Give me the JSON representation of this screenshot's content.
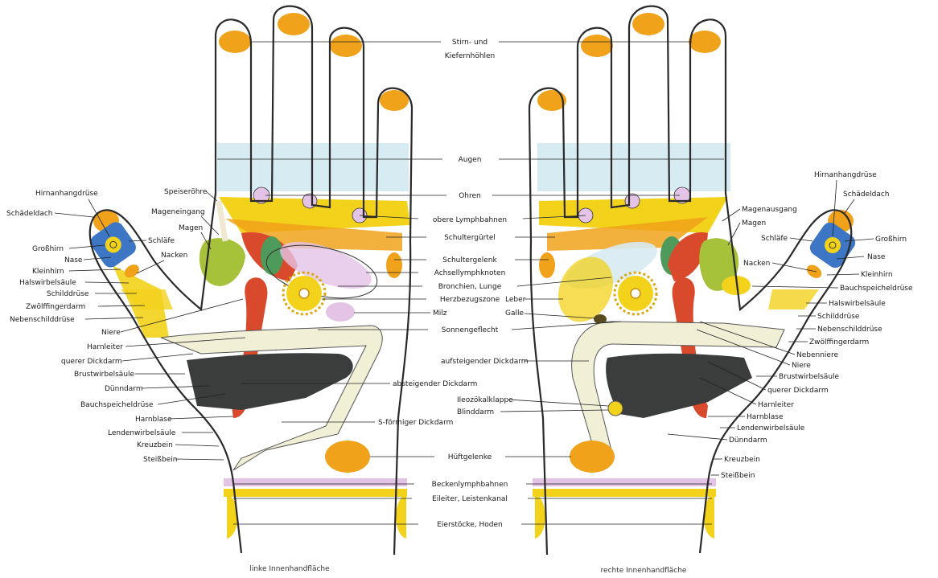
{
  "labels": {
    "center": {
      "stirn": "Stirn- und",
      "kiefer": "Kiefernhöhlen",
      "augen": "Augen",
      "ohren": "Ohren",
      "obere_lymph": "obere Lymphbahnen",
      "schultergurtel": "Schultergürtel",
      "schultergelenk": "Schultergelenk",
      "achsel": "Achsellymphknoten",
      "bronchien": "Bronchien, Lunge",
      "herz": "Herzbezugszone",
      "milz": "Milz",
      "leber": "Leber",
      "galle": "Galle",
      "sonnengeflecht": "Sonnengeflecht",
      "aufsteigend": "aufsteigender Dickdarm",
      "absteigend": "absteigender Dickdarm",
      "ileo": "Ileozökalklappe",
      "blinddarm": "Blinddarm",
      "s_dickdarm": "S-förmiger Dickdarm",
      "huft": "Hüftgelenke",
      "becken": "Beckenlymphbahnen",
      "eileiter": "Eileiter, Leistenkanal",
      "eierstocke": "Eierstöcke, Hoden"
    },
    "left": {
      "hirnanhang": "Hirnanhangdrüse",
      "schadeldach": "Schädeldach",
      "grosshirn": "Großhirn",
      "nase": "Nase",
      "kleinhirn": "Kleinhirn",
      "halswirbel": "Halswirbelsäule",
      "schilddruse": "Schilddrüse",
      "zwolffinger": "Zwölffingerdarm",
      "nebenschild": "Nebenschilddrüse",
      "niere": "Niere",
      "harnleiter": "Harnleiter",
      "querer": "querer Dickdarm",
      "brustwirbel": "Brustwirbelsäule",
      "dunndarm": "Dünndarm",
      "bauchspeichel": "Bauchspeicheldrüse",
      "harnblase": "Harnblase",
      "lendenwirbel": "Lendenwirbelsäule",
      "kreuzbein": "Kreuzbein",
      "steissbein": "Steißbein",
      "speiserohre": "Speiseröhre",
      "mageneingang": "Mageneingang",
      "magen": "Magen",
      "schlafe": "Schläfe",
      "nacken": "Nacken"
    },
    "right": {
      "hirnanhang": "Hirnanhangdrüse",
      "schadeldach": "Schädeldach",
      "magenausgang": "Magenausgang",
      "magen": "Magen",
      "schlafe": "Schläfe",
      "grosshirn": "Großhirn",
      "nase": "Nase",
      "nacken": "Nacken",
      "kleinhirn": "Kleinhirn",
      "bauchspeichel": "Bauchspeicheldrüse",
      "halswirbel": "Halswirbelsäule",
      "schilddruse": "Schilddrüse",
      "nebenschild": "Nebenschilddrüse",
      "zwolffinger": "Zwölffingerdarm",
      "nebenniere": "Nebenniere",
      "niere": "Niere",
      "brustwirbel": "Brustwirbelsäule",
      "querer": "querer Dickdarm",
      "harnleiter": "Harnleiter",
      "harnblase": "Harnblase",
      "lendenwirbel": "Lendenwirbelsäule",
      "dunndarm": "Dünndarm",
      "kreuzbein": "Kreuzbein",
      "steissbein": "Steißbein"
    },
    "captions": {
      "left": "linke Innenhandfläche",
      "right": "rechte Innenhandfläche"
    }
  },
  "colors": {
    "outline": "#2a2a2a",
    "yellow": "#f3d21b",
    "orange": "#f0a21a",
    "red": "#d94a2c",
    "green": "#a6c23a",
    "dark_green": "#4e9a5a",
    "blue": "#3c76c5",
    "lilac": "#e3c3e6",
    "dark": "#3a3d3c",
    "cream": "#f1efd6",
    "light_blue": "#d7ebf2"
  }
}
